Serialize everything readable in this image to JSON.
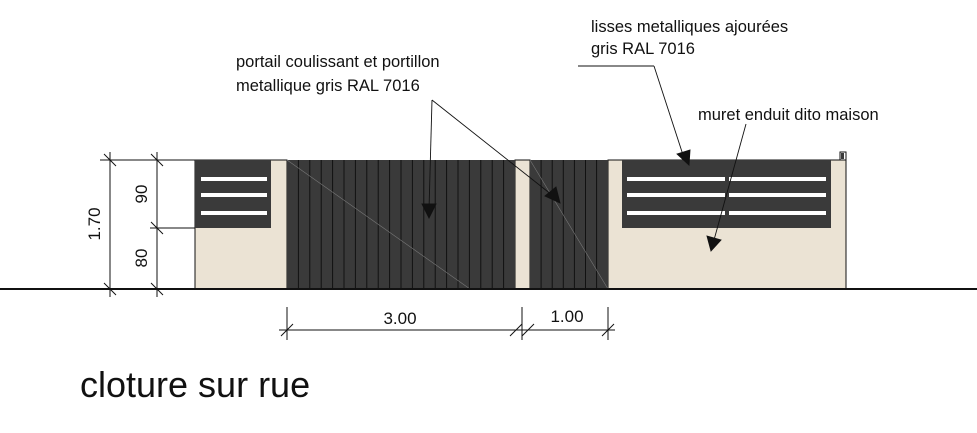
{
  "title": "cloture sur rue",
  "annotations": {
    "gate": [
      "portail coulissant et portillon",
      "metallique gris RAL 7016"
    ],
    "rails": [
      "lisses metalliques ajourées",
      "gris RAL 7016"
    ],
    "wall": "muret enduit dito maison"
  },
  "dimensions": {
    "total_height": "1.70",
    "upper_height": "90",
    "lower_height": "80",
    "gate_width": "3.00",
    "wicket_width": "1.00"
  },
  "colors": {
    "wall": "#ebe3d4",
    "metal": "#3a3a3a",
    "rail": "#ffffff",
    "line": "#111111"
  }
}
